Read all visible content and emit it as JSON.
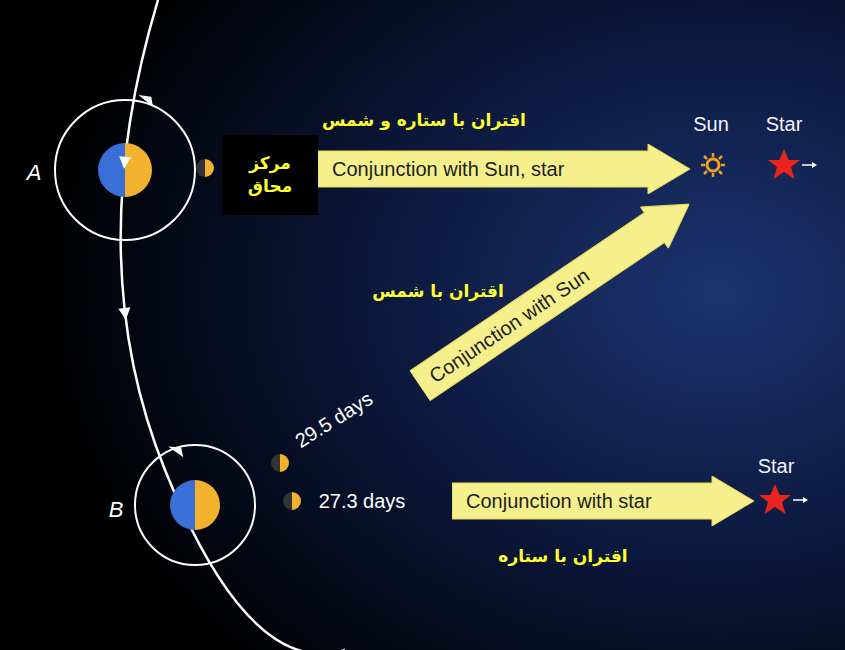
{
  "diagram": {
    "nodes": [
      {
        "text": [
          "مرکز محاق"
        ]
      },
      {
        "text": [
          "Conjunction with Sun, star"
        ]
      },
      {
        "text": [
          "Conjunction with Sun"
        ]
      },
      {
        "text": [
          "Conjunction with star"
        ]
      }
    ],
    "labels": [
      "اقتران با ستاره و شمس",
      "Sun",
      "Star",
      "A",
      "اقتران با شمس",
      "29.5 days",
      "B",
      "27.3 days",
      "Star",
      "اقتران با ستاره"
    ]
  }
}
